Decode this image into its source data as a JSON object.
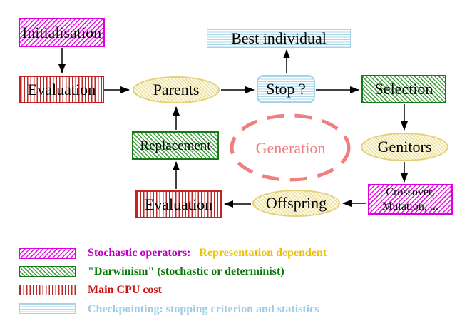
{
  "nodes": {
    "initialisation": {
      "label": "Initialisation"
    },
    "evaluation_top": {
      "label": "Evaluation"
    },
    "parents": {
      "label": "Parents"
    },
    "stop": {
      "label": "Stop ?"
    },
    "best_individual": {
      "label": "Best individual"
    },
    "selection": {
      "label": "Selection"
    },
    "genitors": {
      "label": "Genitors"
    },
    "crossover_mutation": {
      "line1": "Crossover,",
      "line2": "Mutation, ..."
    },
    "offspring": {
      "label": "Offspring"
    },
    "evaluation_bottom": {
      "label": "Evaluation"
    },
    "replacement": {
      "label": "Replacement"
    },
    "generation": {
      "label": "Generation"
    }
  },
  "legend": {
    "stochastic": {
      "label_primary": "Stochastic operators:",
      "label_secondary": "Representation dependent",
      "color_primary": "#C000C0",
      "color_secondary": "#EEC200"
    },
    "darwinism": {
      "label": "\"Darwinism\" (stochastic or determinist)",
      "color": "#077807"
    },
    "cpu": {
      "label": "Main CPU cost",
      "color": "#CC1111"
    },
    "checkpointing": {
      "label": "Checkpointing: stopping criterion and statistics",
      "color": "#9CCBE8"
    }
  },
  "colors": {
    "stochastic_operator_hatch": "#DD00DD",
    "main_cpu_hatch": "#C42222",
    "darwinism_hatch": "#157A15",
    "checkpointing_hatch": "#AAD6E8",
    "population_ellipse_hatch": "#E3D078",
    "generation_loop": "#F08080",
    "arrow": "#000000",
    "node_text": "#000000",
    "background": "#FFFFFF"
  }
}
